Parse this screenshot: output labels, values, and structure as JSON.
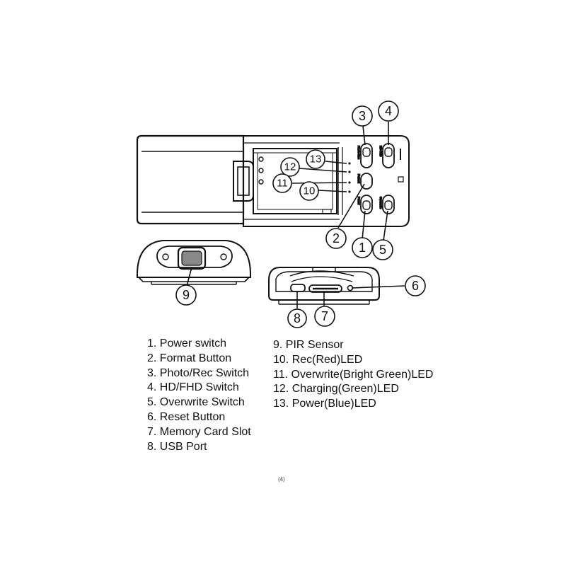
{
  "callouts": {
    "c1": "1",
    "c2": "2",
    "c3": "3",
    "c4": "4",
    "c5": "5",
    "c6": "6",
    "c7": "7",
    "c8": "8",
    "c9": "9",
    "c10": "10",
    "c11": "11",
    "c12": "12",
    "c13": "13"
  },
  "legend_left": [
    "1. Power switch",
    "2. Format Button",
    "3. Photo/Rec Switch",
    "4. HD/FHD Switch",
    "5. Overwrite Switch",
    "6. Reset Button",
    "7. Memory Card Slot",
    "8. USB Port"
  ],
  "legend_right": [
    "9. PIR Sensor",
    "10. Rec(Red)LED",
    "11. Overwrite(Bright Green)LED",
    "12. Charging(Green)LED",
    "13. Power(Blue)LED"
  ],
  "page_number": "(4)"
}
